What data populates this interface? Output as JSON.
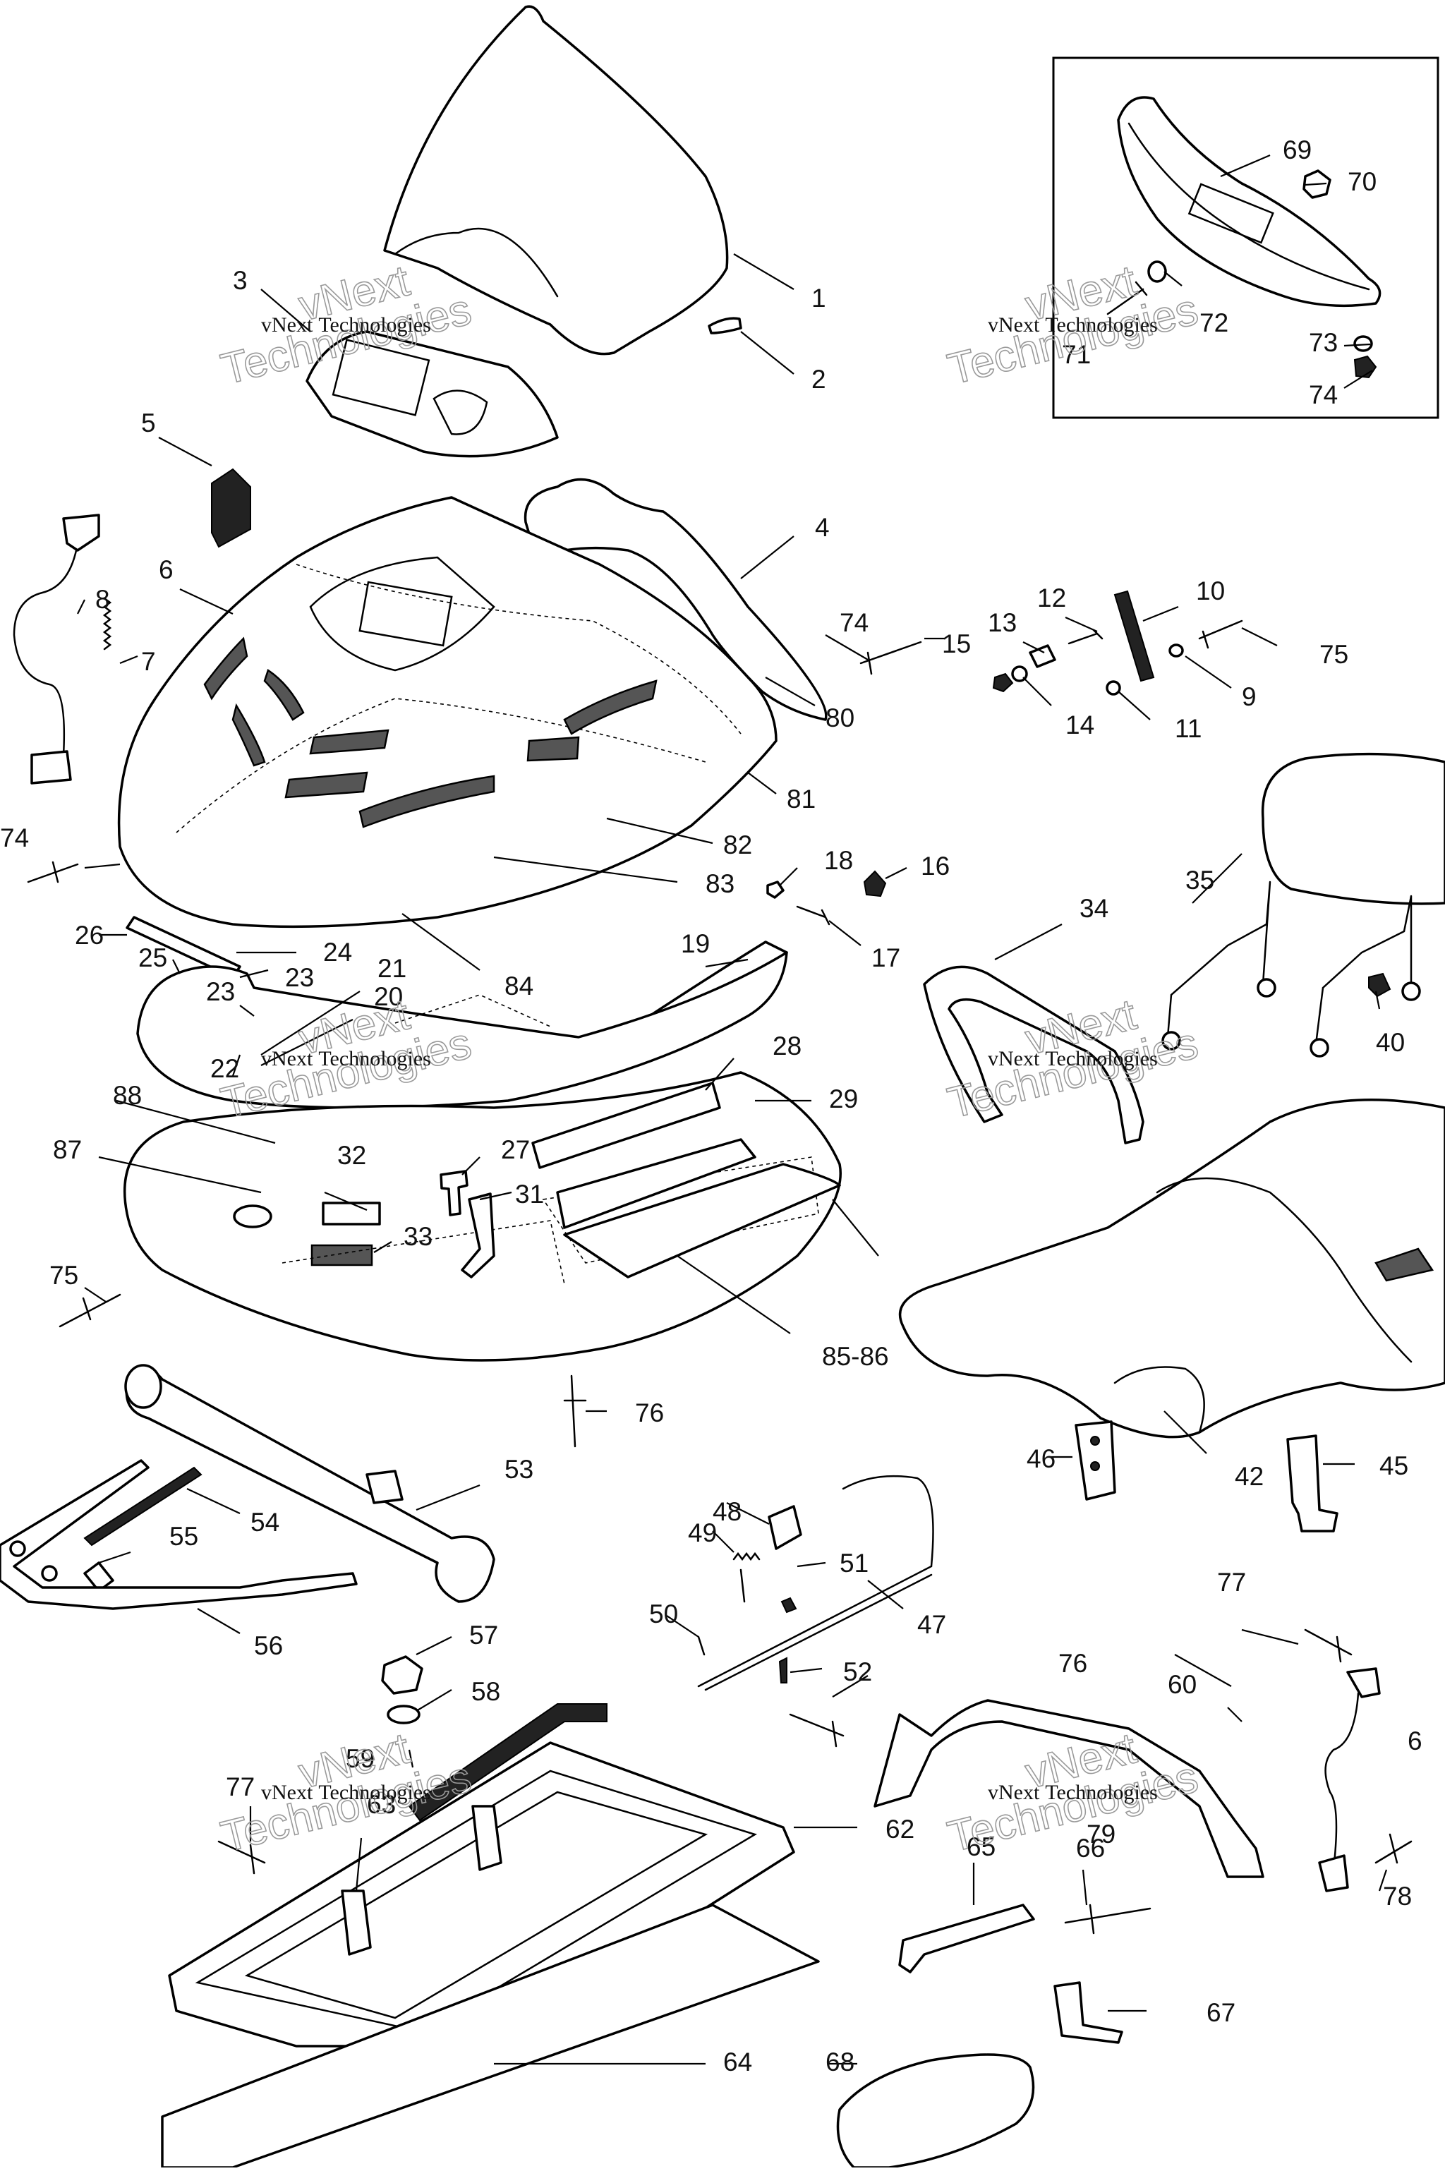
{
  "diagram": {
    "watermarks": [
      {
        "line1": "vNext",
        "line2": "Technologies"
      },
      {
        "line1": "vNext",
        "line2": "Technologies"
      },
      {
        "line1": "vNext",
        "line2": "Technologies"
      },
      {
        "line1": "vNext",
        "line2": "Technologies"
      },
      {
        "line1": "vNext",
        "line2": "Technologies"
      },
      {
        "line1": "vNext",
        "line2": "Technologies"
      }
    ],
    "callouts": [
      "1",
      "2",
      "3",
      "4",
      "5",
      "6",
      "7",
      "8",
      "9",
      "10",
      "11",
      "12",
      "13",
      "14",
      "15",
      "16",
      "17",
      "18",
      "19",
      "20",
      "21",
      "22",
      "23",
      "23",
      "24",
      "25",
      "26",
      "27",
      "28",
      "29",
      "31",
      "32",
      "33",
      "34",
      "35",
      "40",
      "42",
      "45",
      "46",
      "47",
      "48",
      "49",
      "50",
      "51",
      "52",
      "53",
      "54",
      "55",
      "56",
      "57",
      "58",
      "59",
      "60",
      "6",
      "62",
      "63",
      "64",
      "65",
      "66",
      "67",
      "68",
      "69",
      "70",
      "71",
      "72",
      "73",
      "74",
      "74",
      "74",
      "75",
      "75",
      "76",
      "76",
      "77",
      "77",
      "78",
      "79",
      "80",
      "81",
      "82",
      "83",
      "84",
      "85-86",
      "87",
      "88"
    ]
  }
}
